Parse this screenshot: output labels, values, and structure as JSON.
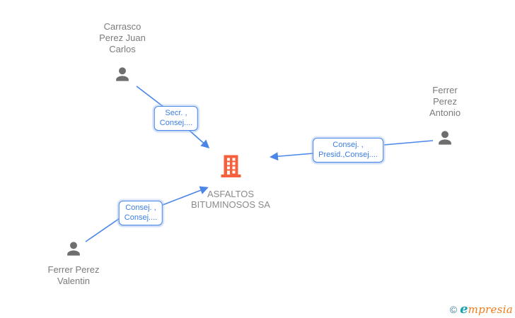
{
  "company": {
    "name": "ASFALTOS BITUMINOSOS SA",
    "icon": "building-icon",
    "icon_color": "#f7603c"
  },
  "persons": [
    {
      "name": "Carrasco Perez Juan Carlos",
      "icon": "person-icon"
    },
    {
      "name": "Ferrer Perez Antonio",
      "icon": "person-icon"
    },
    {
      "name": "Ferrer Perez Valentin",
      "icon": "person-icon"
    }
  ],
  "edges": [
    {
      "from": "Carrasco Perez Juan Carlos",
      "to": "ASFALTOS BITUMINOSOS SA",
      "line1": "Secr. ,",
      "line2": "Consej...."
    },
    {
      "from": "Ferrer Perez Antonio",
      "to": "ASFALTOS BITUMINOSOS SA",
      "line1": "Consej. ,",
      "line2": "Presid.,Consej...."
    },
    {
      "from": "Ferrer Perez Valentin",
      "to": "ASFALTOS BITUMINOSOS SA",
      "line1": "Consej. ,",
      "line2": "Consej...."
    }
  ],
  "logo": {
    "copyright": "©",
    "part1": "e",
    "part2": "mpresia"
  },
  "colors": {
    "connector_blue": "#4a86e8",
    "label_text_blue": "#3c7de2",
    "person_gray": "#6e6e6e",
    "name_text_gray": "#7b7b7b",
    "building_orange": "#f7603c",
    "logo_teal": "#169fb4",
    "logo_orange": "#ef7b1c"
  }
}
